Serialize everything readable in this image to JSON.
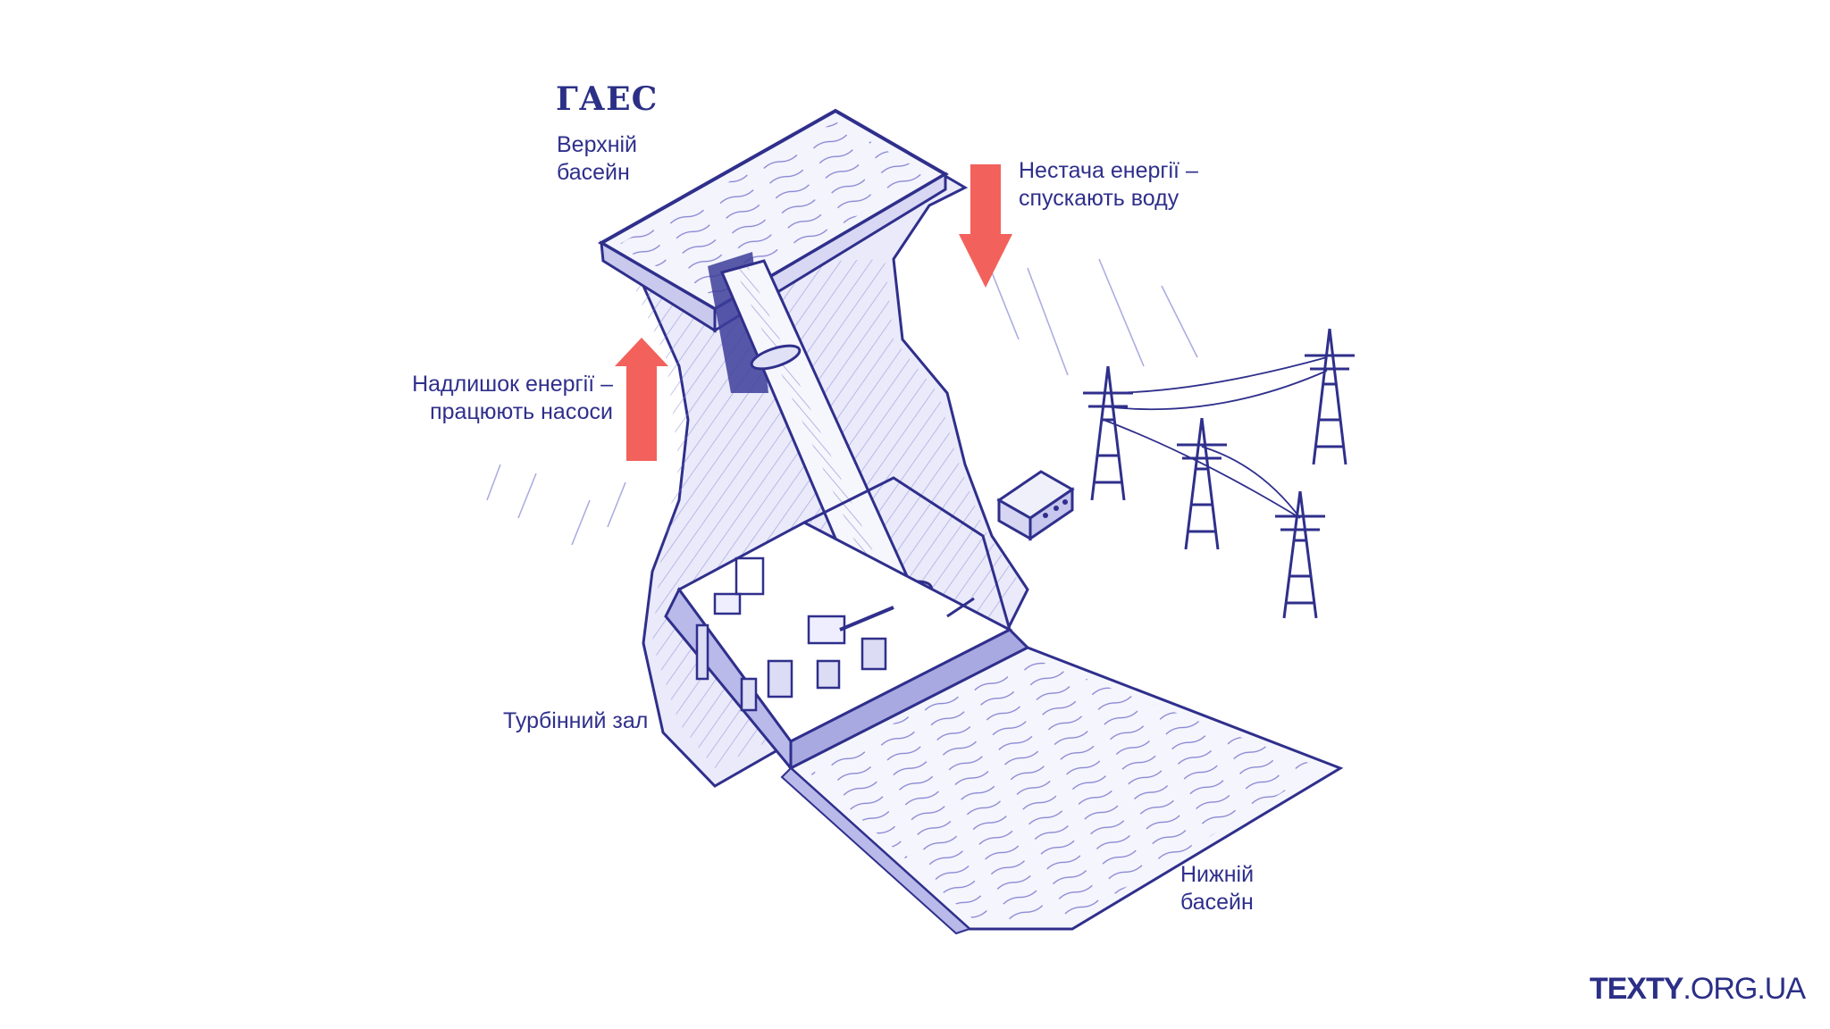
{
  "title": "ГАЕС",
  "labels": {
    "upper_basin": [
      "Верхній",
      "басейн"
    ],
    "shortage": [
      "Нестача енергії –",
      "спускають воду"
    ],
    "surplus": [
      "Надлишок енергії –",
      "працюють насоси"
    ],
    "turbine_hall": "Турбінний зал",
    "lower_basin": [
      "Нижній",
      "басейн"
    ]
  },
  "logo": {
    "bold": "TEXTY",
    "rest": ".ORG.UA"
  },
  "colors": {
    "ink": "#2f2f8c",
    "ink_light": "#6a6ac8",
    "fill_light": "#e7e7f8",
    "arrow": "#f2615b"
  },
  "icons": [
    "arrow-up-icon",
    "arrow-down-icon",
    "power-pylon-icon",
    "transformer-icon",
    "pipe-icon"
  ]
}
